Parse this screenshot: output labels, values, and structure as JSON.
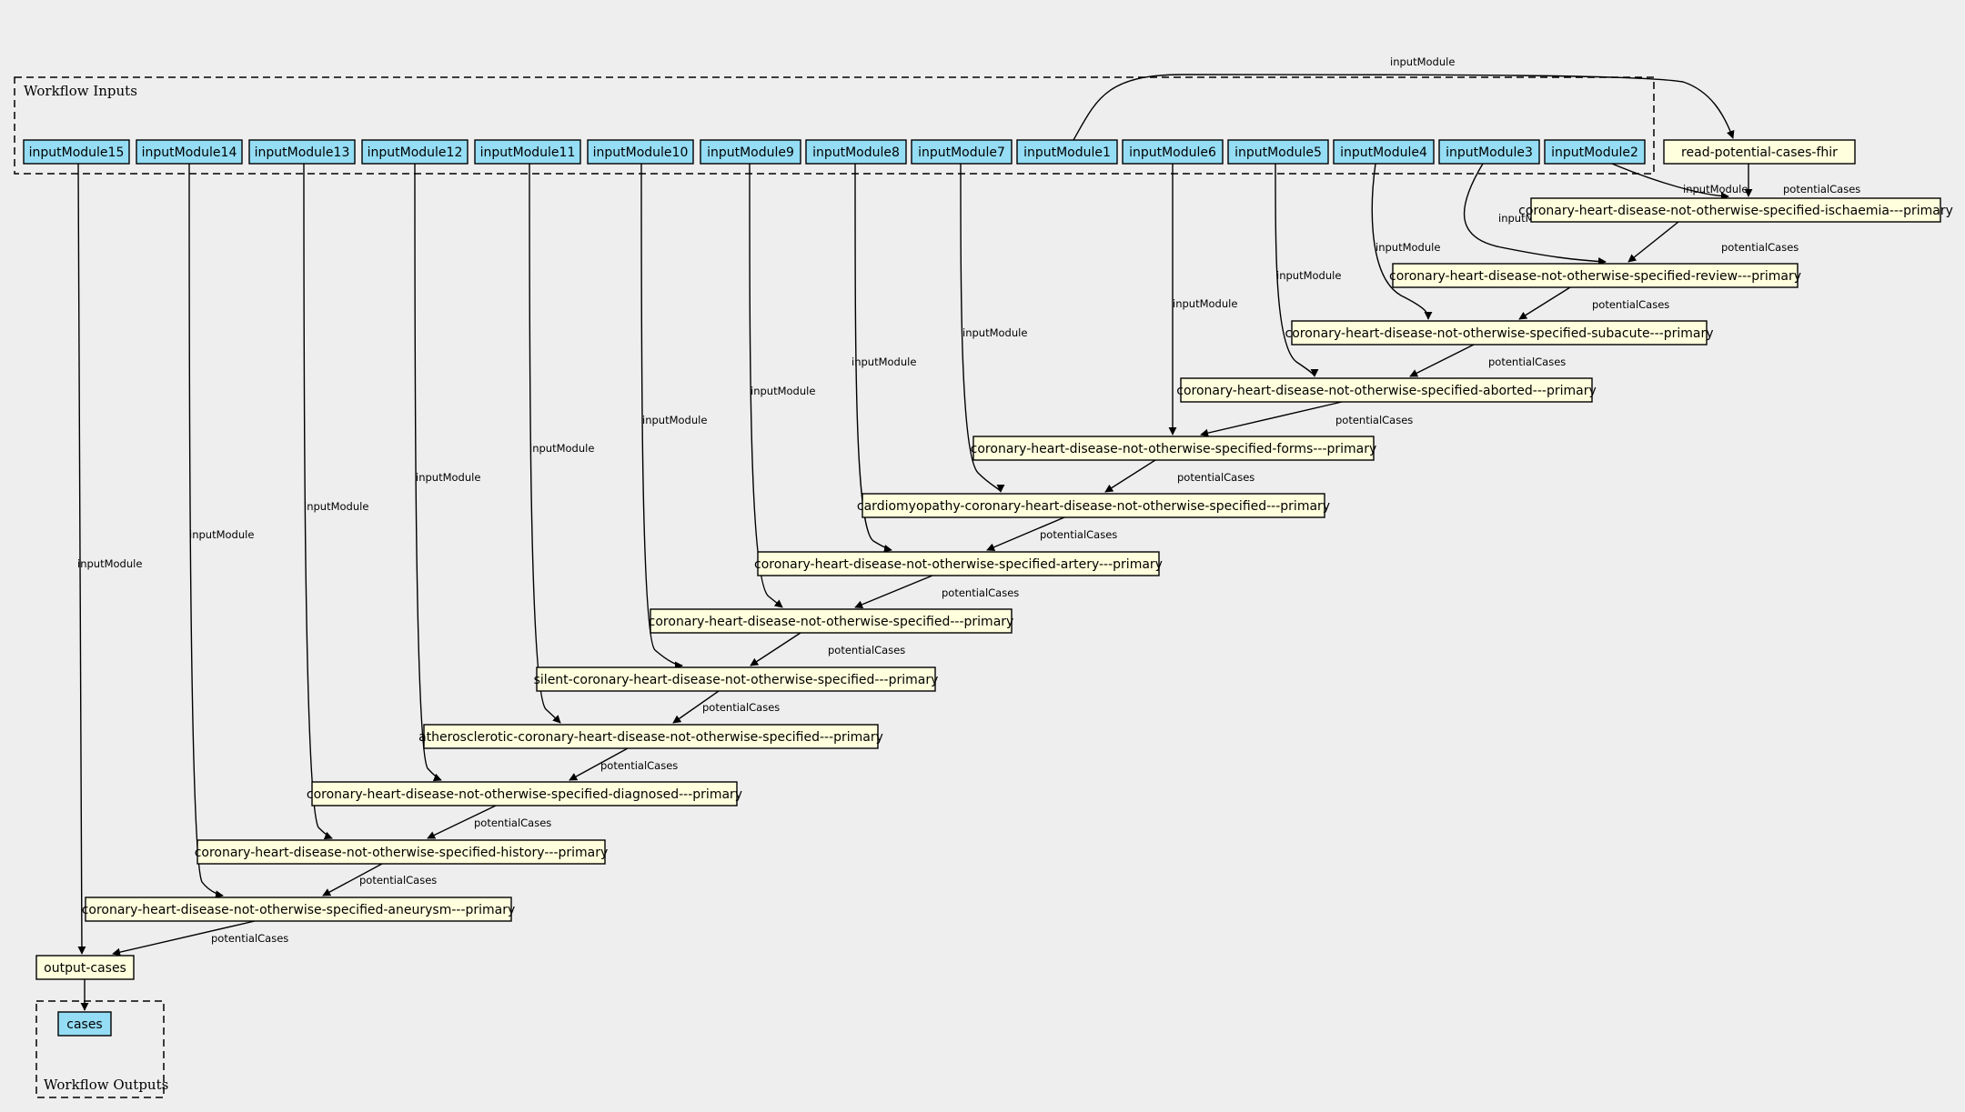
{
  "colors": {
    "background": "#eeeeee",
    "input_fill": "#94ddf4",
    "step_fill": "#ffffdd",
    "stroke": "#000000"
  },
  "clusters": {
    "inputs_label": "Workflow Inputs",
    "outputs_label": "Workflow Outputs"
  },
  "inputs": [
    {
      "id": "in15",
      "label": "inputModule15"
    },
    {
      "id": "in14",
      "label": "inputModule14"
    },
    {
      "id": "in13",
      "label": "inputModule13"
    },
    {
      "id": "in12",
      "label": "inputModule12"
    },
    {
      "id": "in11",
      "label": "inputModule11"
    },
    {
      "id": "in10",
      "label": "inputModule10"
    },
    {
      "id": "in9",
      "label": "inputModule9"
    },
    {
      "id": "in8",
      "label": "inputModule8"
    },
    {
      "id": "in7",
      "label": "inputModule7"
    },
    {
      "id": "in1",
      "label": "inputModule1"
    },
    {
      "id": "in6",
      "label": "inputModule6"
    },
    {
      "id": "in5",
      "label": "inputModule5"
    },
    {
      "id": "in4",
      "label": "inputModule4"
    },
    {
      "id": "in3",
      "label": "inputModule3"
    },
    {
      "id": "in2",
      "label": "inputModule2"
    }
  ],
  "steps": [
    {
      "id": "read",
      "label": "read-potential-cases-fhir"
    },
    {
      "id": "s1",
      "label": "coronary-heart-disease-not-otherwise-specified-ischaemia---primary"
    },
    {
      "id": "s2",
      "label": "coronary-heart-disease-not-otherwise-specified-review---primary"
    },
    {
      "id": "s3",
      "label": "coronary-heart-disease-not-otherwise-specified-subacute---primary"
    },
    {
      "id": "s4",
      "label": "coronary-heart-disease-not-otherwise-specified-aborted---primary"
    },
    {
      "id": "s5",
      "label": "coronary-heart-disease-not-otherwise-specified-forms---primary"
    },
    {
      "id": "s6",
      "label": "cardiomyopathy-coronary-heart-disease-not-otherwise-specified---primary"
    },
    {
      "id": "s7",
      "label": "coronary-heart-disease-not-otherwise-specified-artery---primary"
    },
    {
      "id": "s8",
      "label": "coronary-heart-disease-not-otherwise-specified---primary"
    },
    {
      "id": "s9",
      "label": "silent-coronary-heart-disease-not-otherwise-specified---primary"
    },
    {
      "id": "s10",
      "label": "atherosclerotic-coronary-heart-disease-not-otherwise-specified---primary"
    },
    {
      "id": "s11",
      "label": "coronary-heart-disease-not-otherwise-specified-diagnosed---primary"
    },
    {
      "id": "s12",
      "label": "coronary-heart-disease-not-otherwise-specified-history---primary"
    },
    {
      "id": "s13",
      "label": "coronary-heart-disease-not-otherwise-specified-aneurysm---primary"
    },
    {
      "id": "out",
      "label": "output-cases"
    }
  ],
  "outputs": [
    {
      "id": "cases",
      "label": "cases"
    }
  ],
  "edge_labels": {
    "input": "inputModule",
    "potential": "potentialCases"
  },
  "edges": [
    {
      "id": "e-in1-read",
      "from": "inputModule1",
      "to": "read-potential-cases-fhir",
      "label": "inputModule"
    },
    {
      "id": "e-in2-s1",
      "from": "inputModule2",
      "to": "coronary-heart-disease-not-otherwise-specified-ischaemia---primary",
      "label": "inputModule"
    },
    {
      "id": "e-read-s1",
      "from": "read-potential-cases-fhir",
      "to": "coronary-heart-disease-not-otherwise-specified-ischaemia---primary",
      "label": "potentialCases"
    },
    {
      "id": "e-in3-s2",
      "from": "inputModule3",
      "to": "coronary-heart-disease-not-otherwise-specified-review---primary",
      "label": "inputModule"
    },
    {
      "id": "e-s1-s2",
      "from": "coronary-heart-disease-not-otherwise-specified-ischaemia---primary",
      "to": "coronary-heart-disease-not-otherwise-specified-review---primary",
      "label": "potentialCases"
    },
    {
      "id": "e-in4-s3",
      "from": "inputModule4",
      "to": "coronary-heart-disease-not-otherwise-specified-subacute---primary",
      "label": "inputModule"
    },
    {
      "id": "e-s2-s3",
      "from": "coronary-heart-disease-not-otherwise-specified-review---primary",
      "to": "coronary-heart-disease-not-otherwise-specified-subacute---primary",
      "label": "potentialCases"
    },
    {
      "id": "e-in5-s4",
      "from": "inputModule5",
      "to": "coronary-heart-disease-not-otherwise-specified-aborted---primary",
      "label": "inputModule"
    },
    {
      "id": "e-s3-s4",
      "from": "coronary-heart-disease-not-otherwise-specified-subacute---primary",
      "to": "coronary-heart-disease-not-otherwise-specified-aborted---primary",
      "label": "potentialCases"
    },
    {
      "id": "e-in6-s5",
      "from": "inputModule6",
      "to": "coronary-heart-disease-not-otherwise-specified-forms---primary",
      "label": "inputModule"
    },
    {
      "id": "e-s4-s5",
      "from": "coronary-heart-disease-not-otherwise-specified-aborted---primary",
      "to": "coronary-heart-disease-not-otherwise-specified-forms---primary",
      "label": "potentialCases"
    },
    {
      "id": "e-in7-s6",
      "from": "inputModule7",
      "to": "cardiomyopathy-coronary-heart-disease-not-otherwise-specified---primary",
      "label": "inputModule"
    },
    {
      "id": "e-s5-s6",
      "from": "coronary-heart-disease-not-otherwise-specified-forms---primary",
      "to": "cardiomyopathy-coronary-heart-disease-not-otherwise-specified---primary",
      "label": "potentialCases"
    },
    {
      "id": "e-in8-s7",
      "from": "inputModule8",
      "to": "coronary-heart-disease-not-otherwise-specified-artery---primary",
      "label": "inputModule"
    },
    {
      "id": "e-s6-s7",
      "from": "cardiomyopathy-coronary-heart-disease-not-otherwise-specified---primary",
      "to": "coronary-heart-disease-not-otherwise-specified-artery---primary",
      "label": "potentialCases"
    },
    {
      "id": "e-in9-s8",
      "from": "inputModule9",
      "to": "coronary-heart-disease-not-otherwise-specified---primary",
      "label": "inputModule"
    },
    {
      "id": "e-s7-s8",
      "from": "coronary-heart-disease-not-otherwise-specified-artery---primary",
      "to": "coronary-heart-disease-not-otherwise-specified---primary",
      "label": "potentialCases"
    },
    {
      "id": "e-in10-s9",
      "from": "inputModule10",
      "to": "silent-coronary-heart-disease-not-otherwise-specified---primary",
      "label": "inputModule"
    },
    {
      "id": "e-s8-s9",
      "from": "coronary-heart-disease-not-otherwise-specified---primary",
      "to": "silent-coronary-heart-disease-not-otherwise-specified---primary",
      "label": "potentialCases"
    },
    {
      "id": "e-in11-s10",
      "from": "inputModule11",
      "to": "atherosclerotic-coronary-heart-disease-not-otherwise-specified---primary",
      "label": "inputModule"
    },
    {
      "id": "e-s9-s10",
      "from": "silent-coronary-heart-disease-not-otherwise-specified---primary",
      "to": "atherosclerotic-coronary-heart-disease-not-otherwise-specified---primary",
      "label": "potentialCases"
    },
    {
      "id": "e-in12-s11",
      "from": "inputModule12",
      "to": "coronary-heart-disease-not-otherwise-specified-diagnosed---primary",
      "label": "inputModule"
    },
    {
      "id": "e-s10-s11",
      "from": "atherosclerotic-coronary-heart-disease-not-otherwise-specified---primary",
      "to": "coronary-heart-disease-not-otherwise-specified-diagnosed---primary",
      "label": "potentialCases"
    },
    {
      "id": "e-in13-s12",
      "from": "inputModule13",
      "to": "coronary-heart-disease-not-otherwise-specified-history---primary",
      "label": "inputModule"
    },
    {
      "id": "e-s11-s12",
      "from": "coronary-heart-disease-not-otherwise-specified-diagnosed---primary",
      "to": "coronary-heart-disease-not-otherwise-specified-history---primary",
      "label": "potentialCases"
    },
    {
      "id": "e-in14-s13",
      "from": "inputModule14",
      "to": "coronary-heart-disease-not-otherwise-specified-aneurysm---primary",
      "label": "inputModule"
    },
    {
      "id": "e-s12-s13",
      "from": "coronary-heart-disease-not-otherwise-specified-history---primary",
      "to": "coronary-heart-disease-not-otherwise-specified-aneurysm---primary",
      "label": "potentialCases"
    },
    {
      "id": "e-in15-out",
      "from": "inputModule15",
      "to": "output-cases",
      "label": "inputModule"
    },
    {
      "id": "e-s13-out",
      "from": "coronary-heart-disease-not-otherwise-specified-aneurysm---primary",
      "to": "output-cases",
      "label": "potentialCases"
    },
    {
      "id": "e-out-cases",
      "from": "output-cases",
      "to": "cases",
      "label": ""
    }
  ]
}
